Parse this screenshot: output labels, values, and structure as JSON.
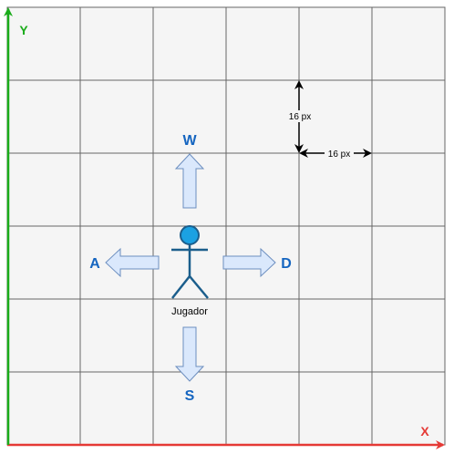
{
  "axes": {
    "x_label": "X",
    "y_label": "Y"
  },
  "controls": {
    "up_key": "W",
    "left_key": "A",
    "right_key": "D",
    "down_key": "S"
  },
  "player": {
    "label": "Jugador"
  },
  "dimensions": {
    "vertical_label": "16 px",
    "horizontal_label": "16 px"
  },
  "colors": {
    "grid_fill": "#f5f5f5",
    "grid_line": "#666666",
    "x_axis": "#e53935",
    "y_axis": "#1aac1a",
    "key_text": "#1565c0",
    "arrow_fill": "#dae8fc",
    "arrow_stroke": "#6c8ebf",
    "player_fill": "#1ba1e2",
    "player_stroke": "#1b5e8c"
  },
  "icons": {
    "player": "stick-figure-icon",
    "move": "block-arrow-icon"
  }
}
